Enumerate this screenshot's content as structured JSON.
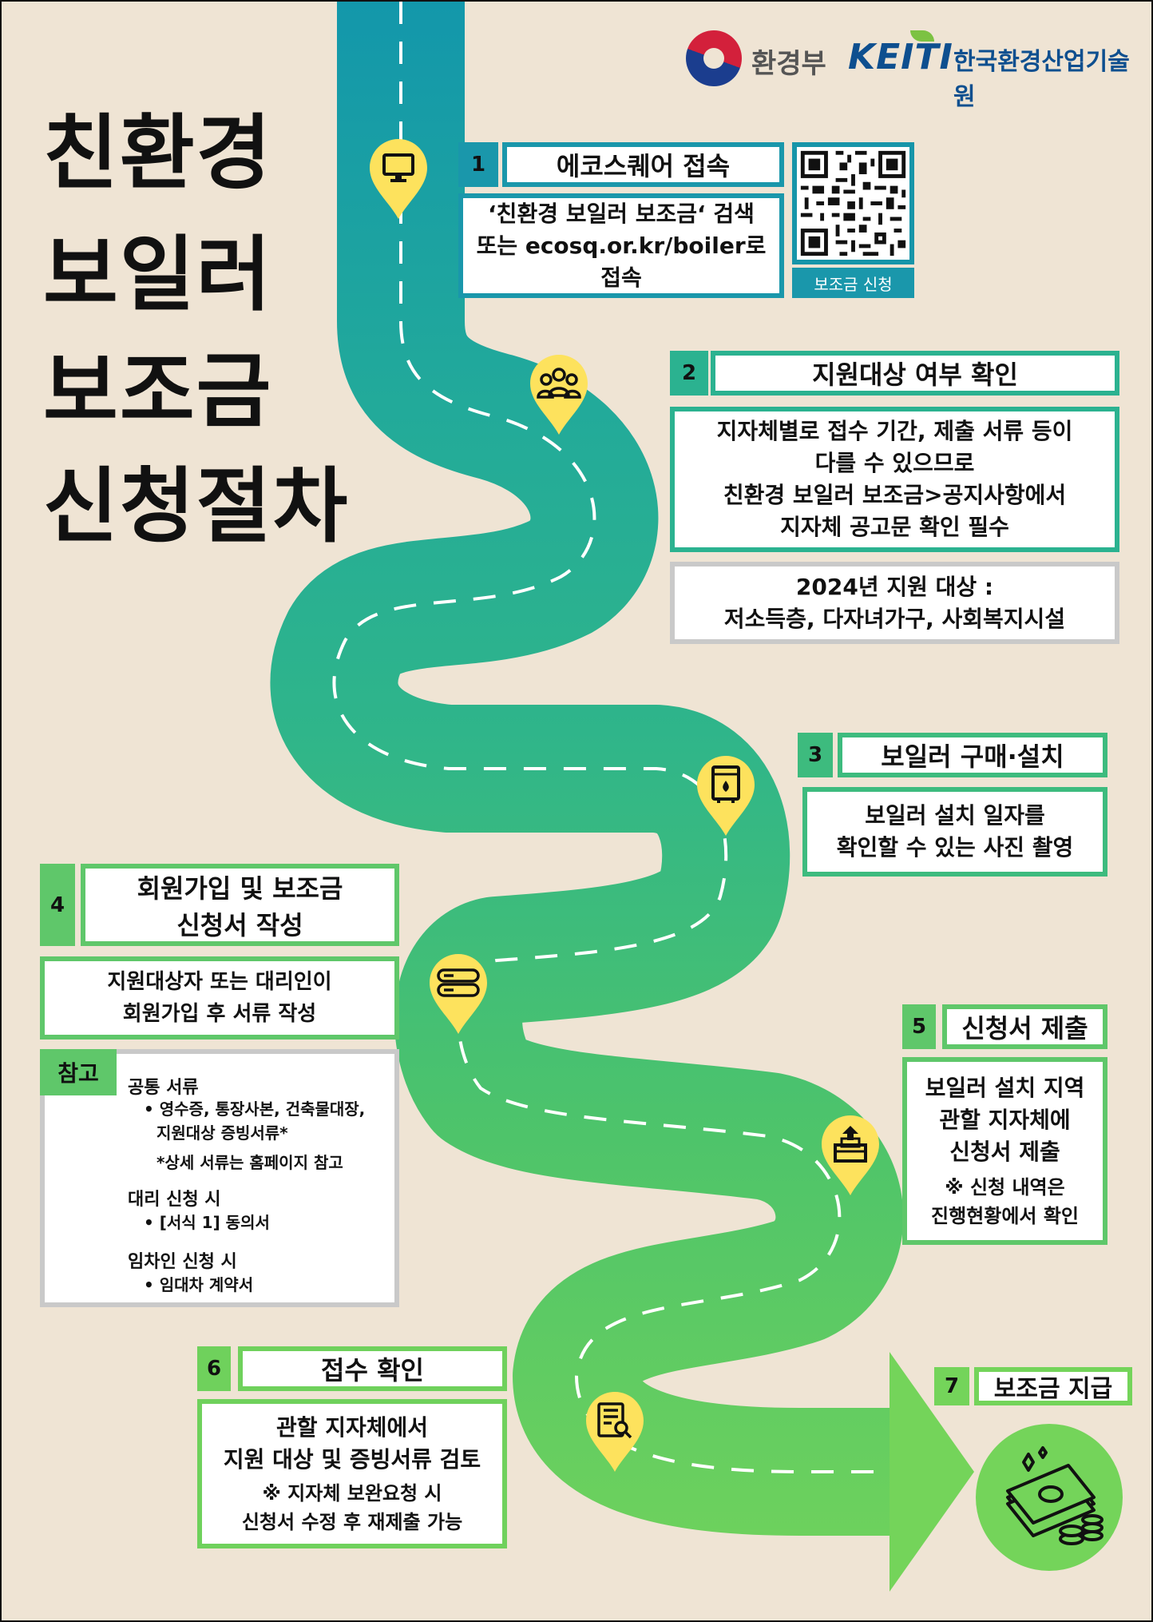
{
  "title": {
    "lines": [
      "친환경",
      "보일러",
      "보조금",
      "신청절차"
    ]
  },
  "logos": {
    "ministry": "환경부",
    "keiti_mark": "KEITI",
    "keiti_name": "한국환경산업기술원"
  },
  "colors": {
    "background": "#efe4d4",
    "road_top": "#1397ab",
    "road_mid": "#2bb290",
    "road_bottom": "#6fd15c",
    "pin": "#fde25d",
    "teal": "#1a97ab",
    "green": "#5fc76a"
  },
  "steps": [
    {
      "num": "1",
      "title": "에코스퀘어 접속",
      "body": [
        "‘친환경 보일러 보조금‘ 검색",
        "또는 ecosq.or.kr/boiler로 접속"
      ],
      "icon": "monitor-icon",
      "qr_label": "보조금 신청"
    },
    {
      "num": "2",
      "title": "지원대상 여부 확인",
      "body": [
        "지자체별로 접수 기간, 제출 서류 등이",
        "다를 수 있으므로"
      ],
      "body_bold": [
        "친환경 보일러 보조금>공지사항에서",
        "지자체 공고문 확인 필수"
      ],
      "extra": [
        "2024년 지원 대상 :",
        "저소득층, 다자녀가구, 사회복지시설"
      ],
      "icon": "people-icon"
    },
    {
      "num": "3",
      "title": "보일러 구매·설치",
      "body": [
        "보일러 설치 일자를",
        "확인할 수 있는 사진 촬영"
      ],
      "icon": "boiler-icon"
    },
    {
      "num": "4",
      "title_lines": [
        "회원가입 및 보조금",
        "신청서 작성"
      ],
      "body": [
        "지원대상자 또는 대리인이",
        "회원가입 후 서류 작성"
      ],
      "icon": "documents-icon"
    },
    {
      "num": "5",
      "title": "신청서 제출",
      "body": [
        "보일러 설치 지역",
        "관할 지자체에",
        "신청서 제출"
      ],
      "note": [
        "※ 신청 내역은",
        "진행현황에서 확인"
      ],
      "icon": "outbox-icon"
    },
    {
      "num": "6",
      "title": "접수 확인",
      "body": [
        "관할 지자체에서",
        "지원 대상 및 증빙서류 검토"
      ],
      "note": [
        "※ 지자체 보완요청 시",
        "신청서 수정 후 재제출 가능"
      ],
      "icon": "review-icon"
    },
    {
      "num": "7",
      "title": "보조금 지급",
      "icon": "money-icon"
    }
  ],
  "reference": {
    "tag": "참고",
    "common_heading": "공통 서류",
    "common_items": [
      "• 영수증, 통장사본, 건축물대장,",
      "지원대상 증빙서류*"
    ],
    "common_note": "*상세 서류는 홈페이지 참고",
    "proxy_heading": "대리 신청 시",
    "proxy_item": "• [서식 1] 동의서",
    "tenant_heading": "임차인 신청 시",
    "tenant_item": "• 임대차 계약서"
  }
}
